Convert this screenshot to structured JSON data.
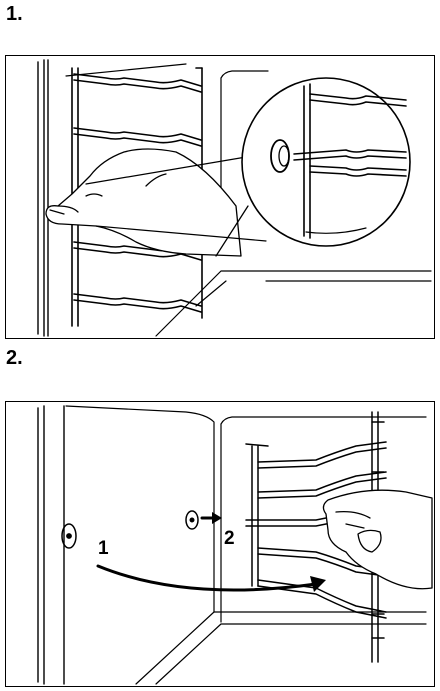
{
  "steps": [
    {
      "label": "1."
    },
    {
      "label": "2."
    }
  ],
  "callouts": {
    "first": "1",
    "second": "2"
  }
}
